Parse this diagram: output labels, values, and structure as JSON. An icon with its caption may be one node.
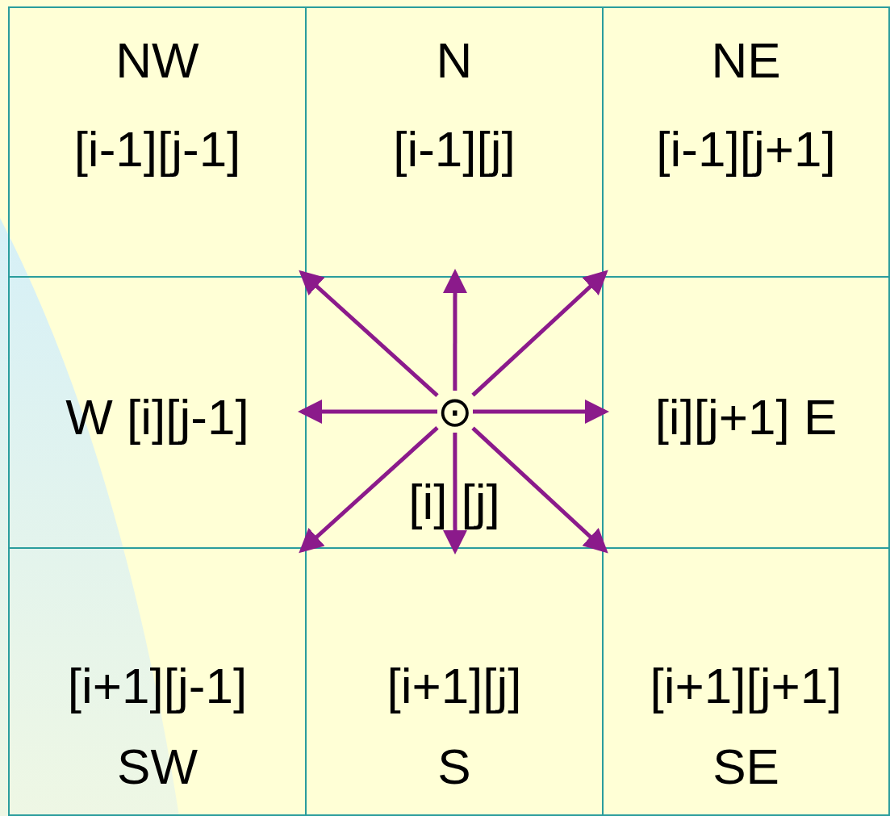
{
  "diagram": {
    "nodes": [
      {
        "text": [
          "NW",
          "[i-1][j-1]"
        ]
      },
      {
        "text": [
          "N",
          "[i-1][j]"
        ]
      },
      {
        "text": [
          "NE",
          "[i-1][j+1]"
        ]
      },
      {
        "text": [
          "W [i][j-1]"
        ]
      },
      {
        "text": [
          "[i] [j]"
        ]
      },
      {
        "text": [
          "⊙"
        ],
        "in": 4
      },
      {
        "text": [
          "[i][j+1] E"
        ]
      },
      {
        "text": [
          "[i+1][j-1]",
          "SW"
        ]
      },
      {
        "text": [
          "[i+1][j]",
          "S"
        ]
      },
      {
        "text": [
          "[i+1][j+1]",
          "SE"
        ]
      }
    ],
    "edges": [
      {
        "from": 5,
        "to": 1,
        "arrow": "to"
      },
      {
        "from": 5,
        "to": 2,
        "arrow": "to"
      },
      {
        "from": 5,
        "to": 6,
        "arrow": "to"
      },
      {
        "from": 5,
        "to": 9,
        "arrow": "to"
      },
      {
        "from": 5,
        "to": 8,
        "arrow": "to"
      },
      {
        "from": 5,
        "to": 7,
        "arrow": "to"
      },
      {
        "from": 5,
        "to": 3,
        "arrow": "to"
      },
      {
        "from": 5,
        "to": 0,
        "arrow": "to"
      }
    ]
  }
}
